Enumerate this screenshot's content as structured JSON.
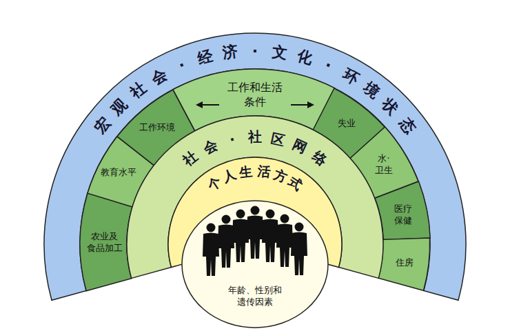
{
  "diagram": {
    "nodes": [
      {
        "text": [
          "宏观社会·经济·文化·环境状态"
        ]
      },
      {
        "text": [
          "农业及 食品加工"
        ],
        "in": 0
      },
      {
        "text": [
          "教育水平"
        ],
        "in": 0
      },
      {
        "text": [
          "工作环境"
        ],
        "in": 0
      },
      {
        "text": [
          "工作和生活 条件"
        ],
        "in": 0
      },
      {
        "text": [
          "失业"
        ],
        "in": 0
      },
      {
        "text": [
          "水· 卫生"
        ],
        "in": 0
      },
      {
        "text": [
          "医疗 保健"
        ],
        "in": 0
      },
      {
        "text": [
          "住房"
        ],
        "in": 0
      },
      {
        "text": [
          "社会·社区网络"
        ],
        "in": 0
      },
      {
        "text": [
          "个人生活方式"
        ],
        "in": 9
      },
      {
        "text": [
          "年龄、性别和 遗传因素"
        ],
        "in": 10
      }
    ]
  }
}
